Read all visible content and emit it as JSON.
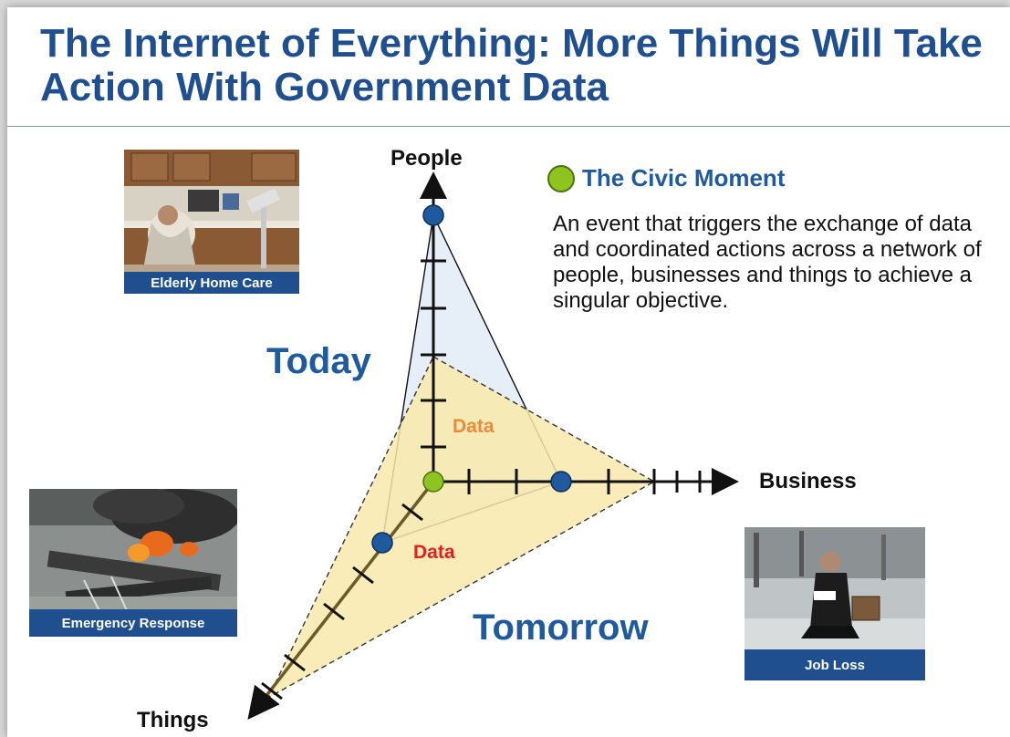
{
  "title": "The Internet of Everything: More Things Will Take Action With Government Data",
  "axes": {
    "people": "People",
    "business": "Business",
    "things": "Things"
  },
  "eras": {
    "today": "Today",
    "tomorrow": "Tomorrow"
  },
  "data_labels": {
    "upper": "Data",
    "lower": "Data"
  },
  "civic_moment": {
    "heading": "The Civic Moment",
    "description": "An event that triggers the exchange of data and coordinated actions across a network of people, businesses and things to achieve a singular objective."
  },
  "photos": {
    "elderly": "Elderly Home Care",
    "emergency": "Emergency Response",
    "job_loss": "Job Loss"
  },
  "colors": {
    "title": "#1f4f8f",
    "caption_bg": "#1f4f8f",
    "era_text": "#1f5a9e",
    "data_upper": "#f0883a",
    "data_lower": "#e02020",
    "today_fill": "#e6eef8",
    "tomorrow_fill": "#f8e9ac",
    "node": "#1f5a9e",
    "civic_dot": "#8fc31f",
    "axis_things": "#6b5a2a"
  }
}
